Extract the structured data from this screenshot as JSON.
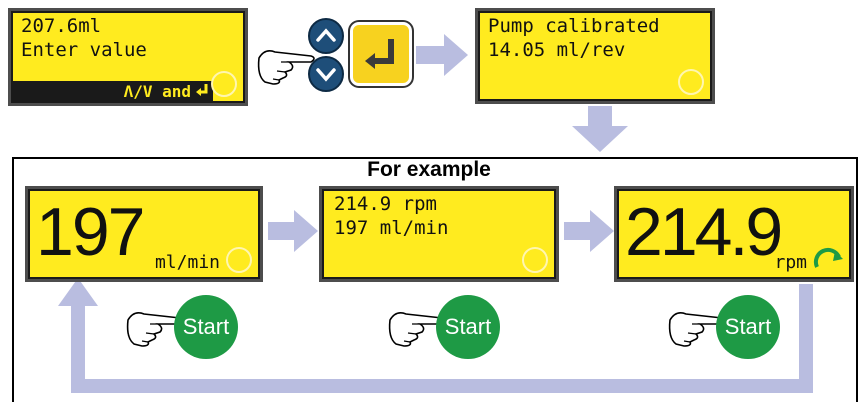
{
  "colors": {
    "lcd": "#ffeb1f",
    "arrow": "#b9bde0",
    "start": "#1e9a45",
    "updown": "#1e4e79",
    "enter": "#f7d21f"
  },
  "top_display_1": {
    "line1": "207.6ml",
    "line2": "Enter value",
    "footer_text": "Λ/V and",
    "footer_icon": "enter-icon"
  },
  "top_display_2": {
    "line1": "Pump calibrated",
    "line2": "14.05 ml/rev"
  },
  "section_title": "For example",
  "example_displays": [
    {
      "big_value": "197",
      "unit": "ml/min"
    },
    {
      "line1": "214.9 rpm",
      "line2": "197 ml/min"
    },
    {
      "big_value": "214.9",
      "unit": "rpm"
    }
  ],
  "start_buttons": [
    {
      "label": "Start"
    },
    {
      "label": "Start"
    },
    {
      "label": "Start"
    }
  ],
  "icons": [
    "hand-pointer-icon",
    "up-arrow-icon",
    "down-arrow-icon",
    "enter-icon",
    "rotation-icon"
  ]
}
